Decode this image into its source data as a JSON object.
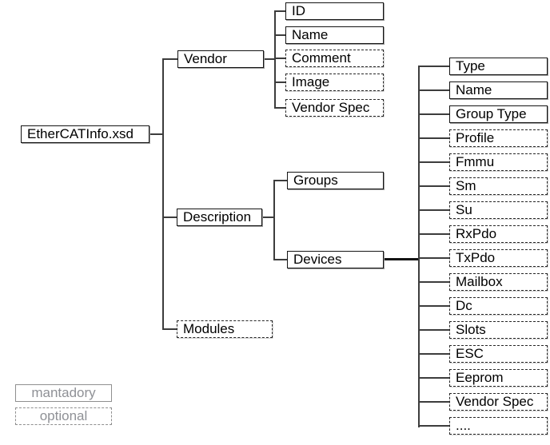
{
  "tree": {
    "root": "EtherCATInfo.xsd",
    "vendor": "Vendor",
    "description": "Description",
    "modules": "Modules",
    "vendor_children": [
      "ID",
      "Name",
      "Comment",
      "Image",
      "Vendor Spec"
    ],
    "description_children": [
      "Groups",
      "Devices"
    ],
    "devices_children": [
      "Type",
      "Name",
      "Group Type",
      "Profile",
      "Fmmu",
      "Sm",
      "Su",
      "RxPdo",
      "TxPdo",
      "Mailbox",
      "Dc",
      "Slots",
      "ESC",
      "Eeprom",
      "Vendor Spec",
      "...."
    ]
  },
  "legend": {
    "mandatory": "mantadory",
    "optional": "optional"
  },
  "colors": {
    "background": "#ffffff",
    "box_border": "#141414",
    "box_shadow": "#9b9b9b",
    "line": "#3c3c3c",
    "text": "#000000",
    "legend_gray": "#8f8f8f"
  }
}
